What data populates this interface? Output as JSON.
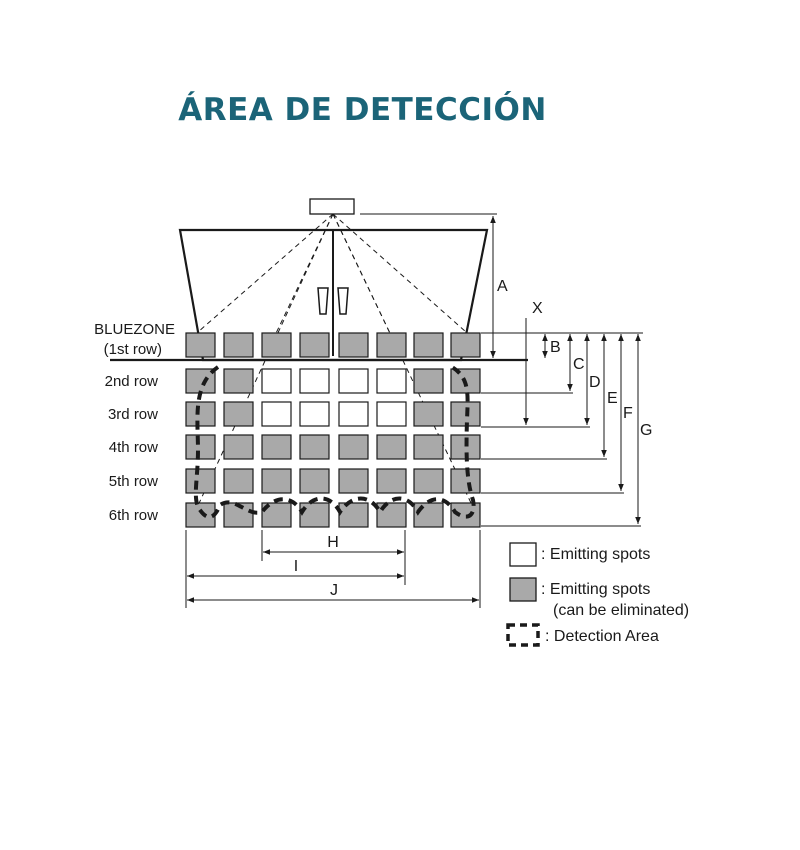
{
  "title": "ÁREA DE DETECCIÓN",
  "colors": {
    "title": "#1b6478",
    "line": "#1a1a1a",
    "gray_spot": "#a9a9a9",
    "white_spot": "#ffffff"
  },
  "rows": [
    {
      "label_line1": "BLUEZONE",
      "label_line2": "(1st row)"
    },
    {
      "label": "2nd row"
    },
    {
      "label": "3rd row"
    },
    {
      "label": "4th row"
    },
    {
      "label": "5th row"
    },
    {
      "label": "6th row"
    }
  ],
  "grid": {
    "columns": 8,
    "white_spots": [
      [
        1,
        2
      ],
      [
        1,
        3
      ],
      [
        1,
        4
      ],
      [
        1,
        5
      ],
      [
        2,
        2
      ],
      [
        2,
        3
      ],
      [
        2,
        4
      ],
      [
        2,
        5
      ]
    ]
  },
  "dimensions": {
    "A": "A",
    "X": "X",
    "B": "B",
    "C": "C",
    "D": "D",
    "E": "E",
    "F": "F",
    "G": "G",
    "H": "H",
    "I": "I",
    "J": "J"
  },
  "legend": {
    "white": ": Emitting spots",
    "gray_line1": ": Emitting spots",
    "gray_line2": "(can be eliminated)",
    "area": ": Detection Area"
  }
}
